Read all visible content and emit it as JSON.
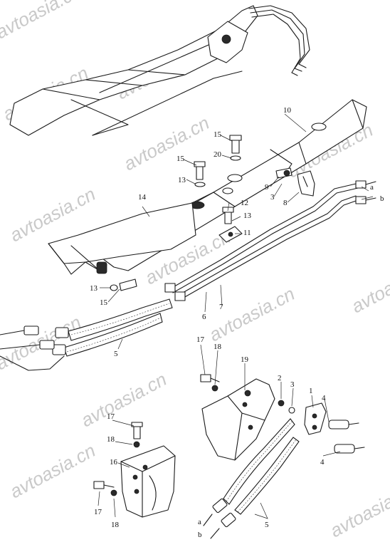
{
  "diagram": {
    "watermark": "avtoasia.cn",
    "labels": {
      "l1": "1",
      "l2": "2",
      "l3_upper": "3",
      "l3_lower": "3",
      "l4_upper": "4",
      "l4_lower": "4",
      "l5_upper": "5",
      "l5_lower": "5",
      "l6": "6",
      "l7": "7",
      "l8": "8",
      "l9": "9",
      "l10": "10",
      "l11": "11",
      "l12": "12",
      "l13_a": "13",
      "l13_b": "13",
      "l13_c": "13",
      "l14": "14",
      "l15_a": "15",
      "l15_b": "15",
      "l15_c": "15",
      "l16": "16",
      "l17_a": "17",
      "l17_b": "17",
      "l17_c": "17",
      "l18_a": "18",
      "l18_b": "18",
      "l18_c": "18",
      "l19": "19",
      "l20": "20",
      "a_upper": "a",
      "b_upper": "b",
      "a_lower": "a",
      "b_lower": "b"
    }
  }
}
